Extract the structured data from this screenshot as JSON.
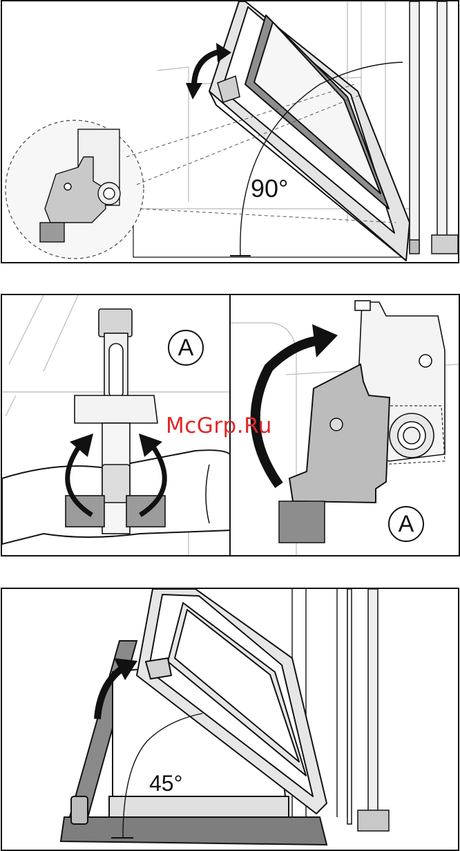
{
  "figure_top": {
    "angle_label": "90°"
  },
  "figure_middle": {
    "left_callout": "A",
    "right_callout": "A",
    "watermark": "McGrp.Ru"
  },
  "figure_bottom": {
    "angle_label": "45°"
  },
  "colors": {
    "line": "#111111",
    "frame_fill": "#d9d9d9",
    "dark_fill": "#8a8a8a",
    "watermark": "#e02828"
  }
}
